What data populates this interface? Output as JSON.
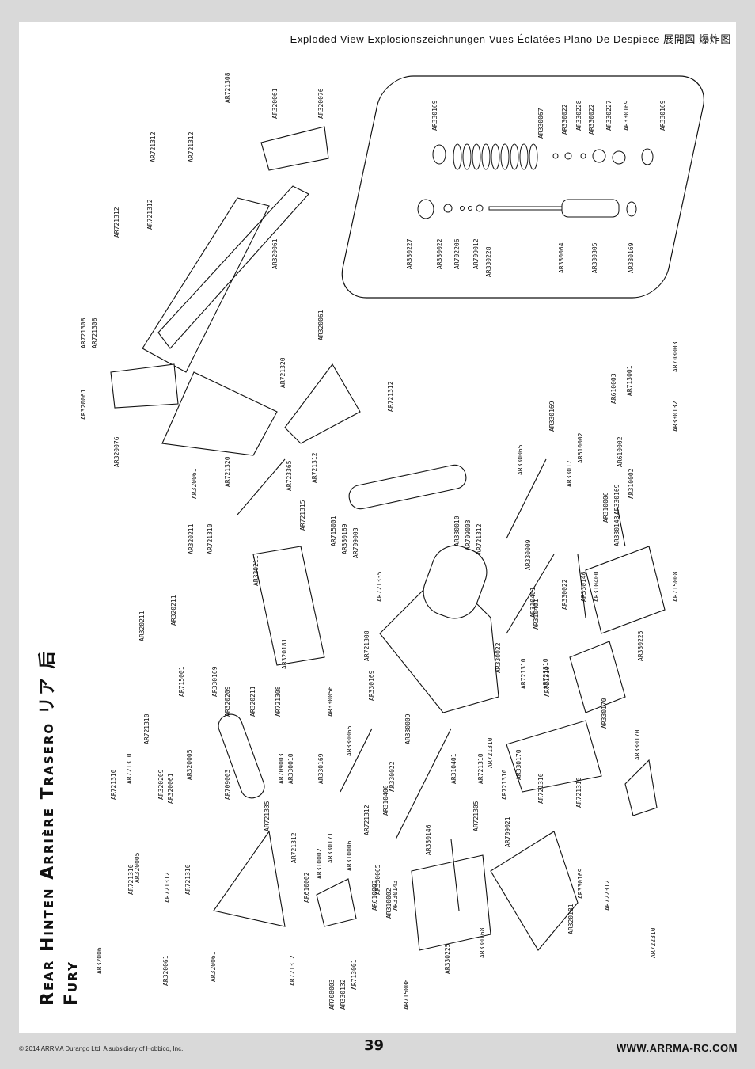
{
  "header": {
    "title": "Exploded View  Explosionszeichnungen  Vues Éclatées  Plano De Despiece  展開図  爆炸图"
  },
  "title": {
    "line1": "Rear   Hinten   Arrière   Trasero   リア  后",
    "line2": "Fury"
  },
  "footer": {
    "copyright": "© 2014 ARRMA Durango Ltd. A subsidiary of Hobbico, Inc.",
    "page_number": "39",
    "url": "WWW.ARRMA-RC.COM"
  },
  "part_labels": [
    {
      "id": "p1",
      "text": "AR721308"
    },
    {
      "id": "p2",
      "text": "AR320061"
    },
    {
      "id": "p3",
      "text": "AR320076"
    },
    {
      "id": "p4",
      "text": "AR721312"
    },
    {
      "id": "p5",
      "text": "AR721312"
    },
    {
      "id": "p6",
      "text": "AR721312"
    },
    {
      "id": "p7",
      "text": "AR721312"
    },
    {
      "id": "p8",
      "text": "AR320061"
    },
    {
      "id": "p9",
      "text": "AR721308"
    },
    {
      "id": "p10",
      "text": "AR721308"
    },
    {
      "id": "p11",
      "text": "AR320061"
    },
    {
      "id": "p12",
      "text": "AR320076"
    },
    {
      "id": "p13",
      "text": "AR320061"
    },
    {
      "id": "p14",
      "text": "AR721320"
    },
    {
      "id": "p15",
      "text": "AR320061"
    },
    {
      "id": "p16",
      "text": "AR721320"
    },
    {
      "id": "p17",
      "text": "AR721312"
    },
    {
      "id": "p18",
      "text": "AR723365"
    },
    {
      "id": "p19",
      "text": "AR721312"
    },
    {
      "id": "p20",
      "text": "AR721315"
    },
    {
      "id": "p21",
      "text": "AR715001"
    },
    {
      "id": "p22",
      "text": "AR330169"
    },
    {
      "id": "p23",
      "text": "AR330010"
    },
    {
      "id": "p24",
      "text": "AR709003"
    },
    {
      "id": "p25",
      "text": "AR721312"
    },
    {
      "id": "p26",
      "text": "AR330065"
    },
    {
      "id": "p27",
      "text": "AR330169"
    },
    {
      "id": "p28",
      "text": "AR709003"
    },
    {
      "id": "p29",
      "text": "AR721335"
    },
    {
      "id": "p30",
      "text": "AR320211"
    },
    {
      "id": "p31",
      "text": "AR721310"
    },
    {
      "id": "p32",
      "text": "AR320211"
    },
    {
      "id": "p33",
      "text": "AR320211"
    },
    {
      "id": "p34",
      "text": "AR320211"
    },
    {
      "id": "p35",
      "text": "AR320181"
    },
    {
      "id": "p36",
      "text": "AR721308"
    },
    {
      "id": "p37",
      "text": "AR330056"
    },
    {
      "id": "p38",
      "text": "AR330169"
    },
    {
      "id": "p39",
      "text": "AR330065"
    },
    {
      "id": "p40",
      "text": "AR330009"
    },
    {
      "id": "p41",
      "text": "AR715001"
    },
    {
      "id": "p42",
      "text": "AR330169"
    },
    {
      "id": "p43",
      "text": "AR320209"
    },
    {
      "id": "p44",
      "text": "AR320211"
    },
    {
      "id": "p45",
      "text": "AR721308"
    },
    {
      "id": "p46",
      "text": "AR330010"
    },
    {
      "id": "p47",
      "text": "AR709003"
    },
    {
      "id": "p48",
      "text": "AR330169"
    },
    {
      "id": "p49",
      "text": "AR721310"
    },
    {
      "id": "p50",
      "text": "AR721310"
    },
    {
      "id": "p51",
      "text": "AR721310"
    },
    {
      "id": "p52",
      "text": "AR320209"
    },
    {
      "id": "p53",
      "text": "AR320061"
    },
    {
      "id": "p54",
      "text": "AR320005"
    },
    {
      "id": "p55",
      "text": "AR709003"
    },
    {
      "id": "p56",
      "text": "AR721335"
    },
    {
      "id": "p57",
      "text": "AR330022"
    },
    {
      "id": "p58",
      "text": "AR310401"
    },
    {
      "id": "p59",
      "text": "AR721312"
    },
    {
      "id": "p60",
      "text": "AR310400"
    },
    {
      "id": "p61",
      "text": "AR330146"
    },
    {
      "id": "p62",
      "text": "AR330022"
    },
    {
      "id": "p63",
      "text": "AR310401"
    },
    {
      "id": "p64",
      "text": "AR721310"
    },
    {
      "id": "p65",
      "text": "AR721310"
    },
    {
      "id": "p66",
      "text": "AR721310"
    },
    {
      "id": "p67",
      "text": "AR721310"
    },
    {
      "id": "p68",
      "text": "AR721310"
    },
    {
      "id": "p69",
      "text": "AR721310"
    },
    {
      "id": "p70",
      "text": "AR721310"
    },
    {
      "id": "p71",
      "text": "AR330170"
    },
    {
      "id": "p72",
      "text": "AR330170"
    },
    {
      "id": "p73",
      "text": "AR330170"
    },
    {
      "id": "p74",
      "text": "AR721305"
    },
    {
      "id": "p75",
      "text": "AR709021"
    },
    {
      "id": "p76",
      "text": "AR330225"
    },
    {
      "id": "p77",
      "text": "AR330168"
    },
    {
      "id": "p78",
      "text": "AR320181"
    },
    {
      "id": "p79",
      "text": "AR722312"
    },
    {
      "id": "p80",
      "text": "AR722310"
    },
    {
      "id": "p81",
      "text": "AR715008"
    },
    {
      "id": "p82",
      "text": "AR330143"
    },
    {
      "id": "p83",
      "text": "AR610002"
    },
    {
      "id": "p84",
      "text": "AR310002"
    },
    {
      "id": "p85",
      "text": "AR330171"
    },
    {
      "id": "p86",
      "text": "AR310006"
    },
    {
      "id": "p87",
      "text": "AR610003"
    },
    {
      "id": "p88",
      "text": "AR310002"
    },
    {
      "id": "p89",
      "text": "AR708003"
    },
    {
      "id": "p90",
      "text": "AR330132"
    },
    {
      "id": "p91",
      "text": "AR713001"
    },
    {
      "id": "p92",
      "text": "AR721312"
    },
    {
      "id": "p93",
      "text": "AR320061"
    },
    {
      "id": "p94",
      "text": "AR721310"
    },
    {
      "id": "p95",
      "text": "AR721312"
    },
    {
      "id": "p96",
      "text": "AR721310"
    },
    {
      "id": "p97",
      "text": "AR320005"
    },
    {
      "id": "p98",
      "text": "AR320061"
    },
    {
      "id": "p99",
      "text": "AR320061"
    },
    {
      "id": "p100",
      "text": "AR721312"
    },
    {
      "id": "p101",
      "text": "AR330169"
    },
    {
      "id": "p102",
      "text": "AR330065"
    },
    {
      "id": "p103",
      "text": "AR330022"
    },
    {
      "id": "p104",
      "text": "AR330009"
    },
    {
      "id": "p105",
      "text": "AR330146"
    },
    {
      "id": "p106",
      "text": "AR310400"
    },
    {
      "id": "p107",
      "text": "AR310401"
    },
    {
      "id": "p108",
      "text": "AR721310"
    },
    {
      "id": "p109",
      "text": "AR330225"
    },
    {
      "id": "p110",
      "text": "AR715008"
    },
    {
      "id": "p111",
      "text": "AR330143"
    },
    {
      "id": "p112",
      "text": "AR610002"
    },
    {
      "id": "p113",
      "text": "AR310002"
    },
    {
      "id": "p114",
      "text": "AR330171"
    },
    {
      "id": "p115",
      "text": "AR310006"
    },
    {
      "id": "p116",
      "text": "AR610002"
    },
    {
      "id": "p117",
      "text": "AR330169"
    },
    {
      "id": "p118",
      "text": "AR610003"
    },
    {
      "id": "p119",
      "text": "AR713001"
    },
    {
      "id": "p120",
      "text": "AR708003"
    },
    {
      "id": "p121",
      "text": "AR330132"
    },
    {
      "id": "s1",
      "text": "AR330169"
    },
    {
      "id": "s2",
      "text": "AR330067"
    },
    {
      "id": "s3",
      "text": "AR330022"
    },
    {
      "id": "s4",
      "text": "AR330228"
    },
    {
      "id": "s5",
      "text": "AR330022"
    },
    {
      "id": "s6",
      "text": "AR330227"
    },
    {
      "id": "s7",
      "text": "AR330169"
    },
    {
      "id": "s8",
      "text": "AR330169"
    },
    {
      "id": "s9",
      "text": "AR330227"
    },
    {
      "id": "s10",
      "text": "AR330022"
    },
    {
      "id": "s11",
      "text": "AR702206"
    },
    {
      "id": "s12",
      "text": "AR709012"
    },
    {
      "id": "s13",
      "text": "AR330228"
    },
    {
      "id": "s14",
      "text": "AR330064"
    },
    {
      "id": "s15",
      "text": "AR330305"
    },
    {
      "id": "s16",
      "text": "AR330169"
    }
  ]
}
